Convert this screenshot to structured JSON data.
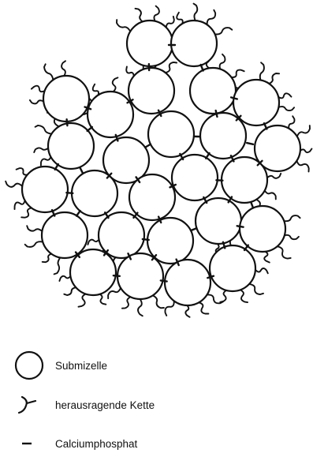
{
  "legend": {
    "submizelle": "Submizelle",
    "kette": "herausragende Kette",
    "calcium": "Calciumphosphat"
  },
  "colors": {
    "ink": "#111111",
    "background": "#ffffff"
  }
}
